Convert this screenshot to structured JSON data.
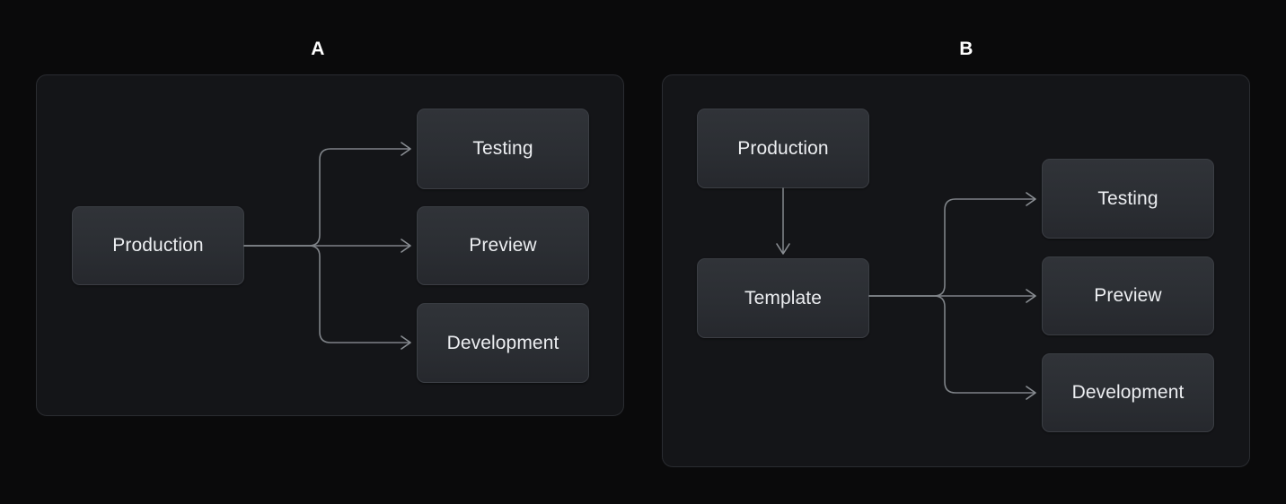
{
  "background": {
    "page_color": "#0a0a0b",
    "panel_color": "#141518",
    "panel_border_color": "#2a2c31",
    "node_fill_color": "#2b2e33",
    "node_border_color": "#3b3e44",
    "connector_color": "#7e8287",
    "text_color": "#eceef1"
  },
  "panels": [
    {
      "label": "A",
      "nodes": {
        "source": "Production",
        "targets": [
          "Testing",
          "Preview",
          "Development"
        ]
      }
    },
    {
      "label": "B",
      "nodes": {
        "source": "Production",
        "intermediate": "Template",
        "targets": [
          "Testing",
          "Preview",
          "Development"
        ]
      }
    }
  ],
  "diagram_a": {
    "label": "A",
    "production": "Production",
    "testing": "Testing",
    "preview": "Preview",
    "development": "Development"
  },
  "diagram_b": {
    "label": "B",
    "production": "Production",
    "template": "Template",
    "testing": "Testing",
    "preview": "Preview",
    "development": "Development"
  }
}
